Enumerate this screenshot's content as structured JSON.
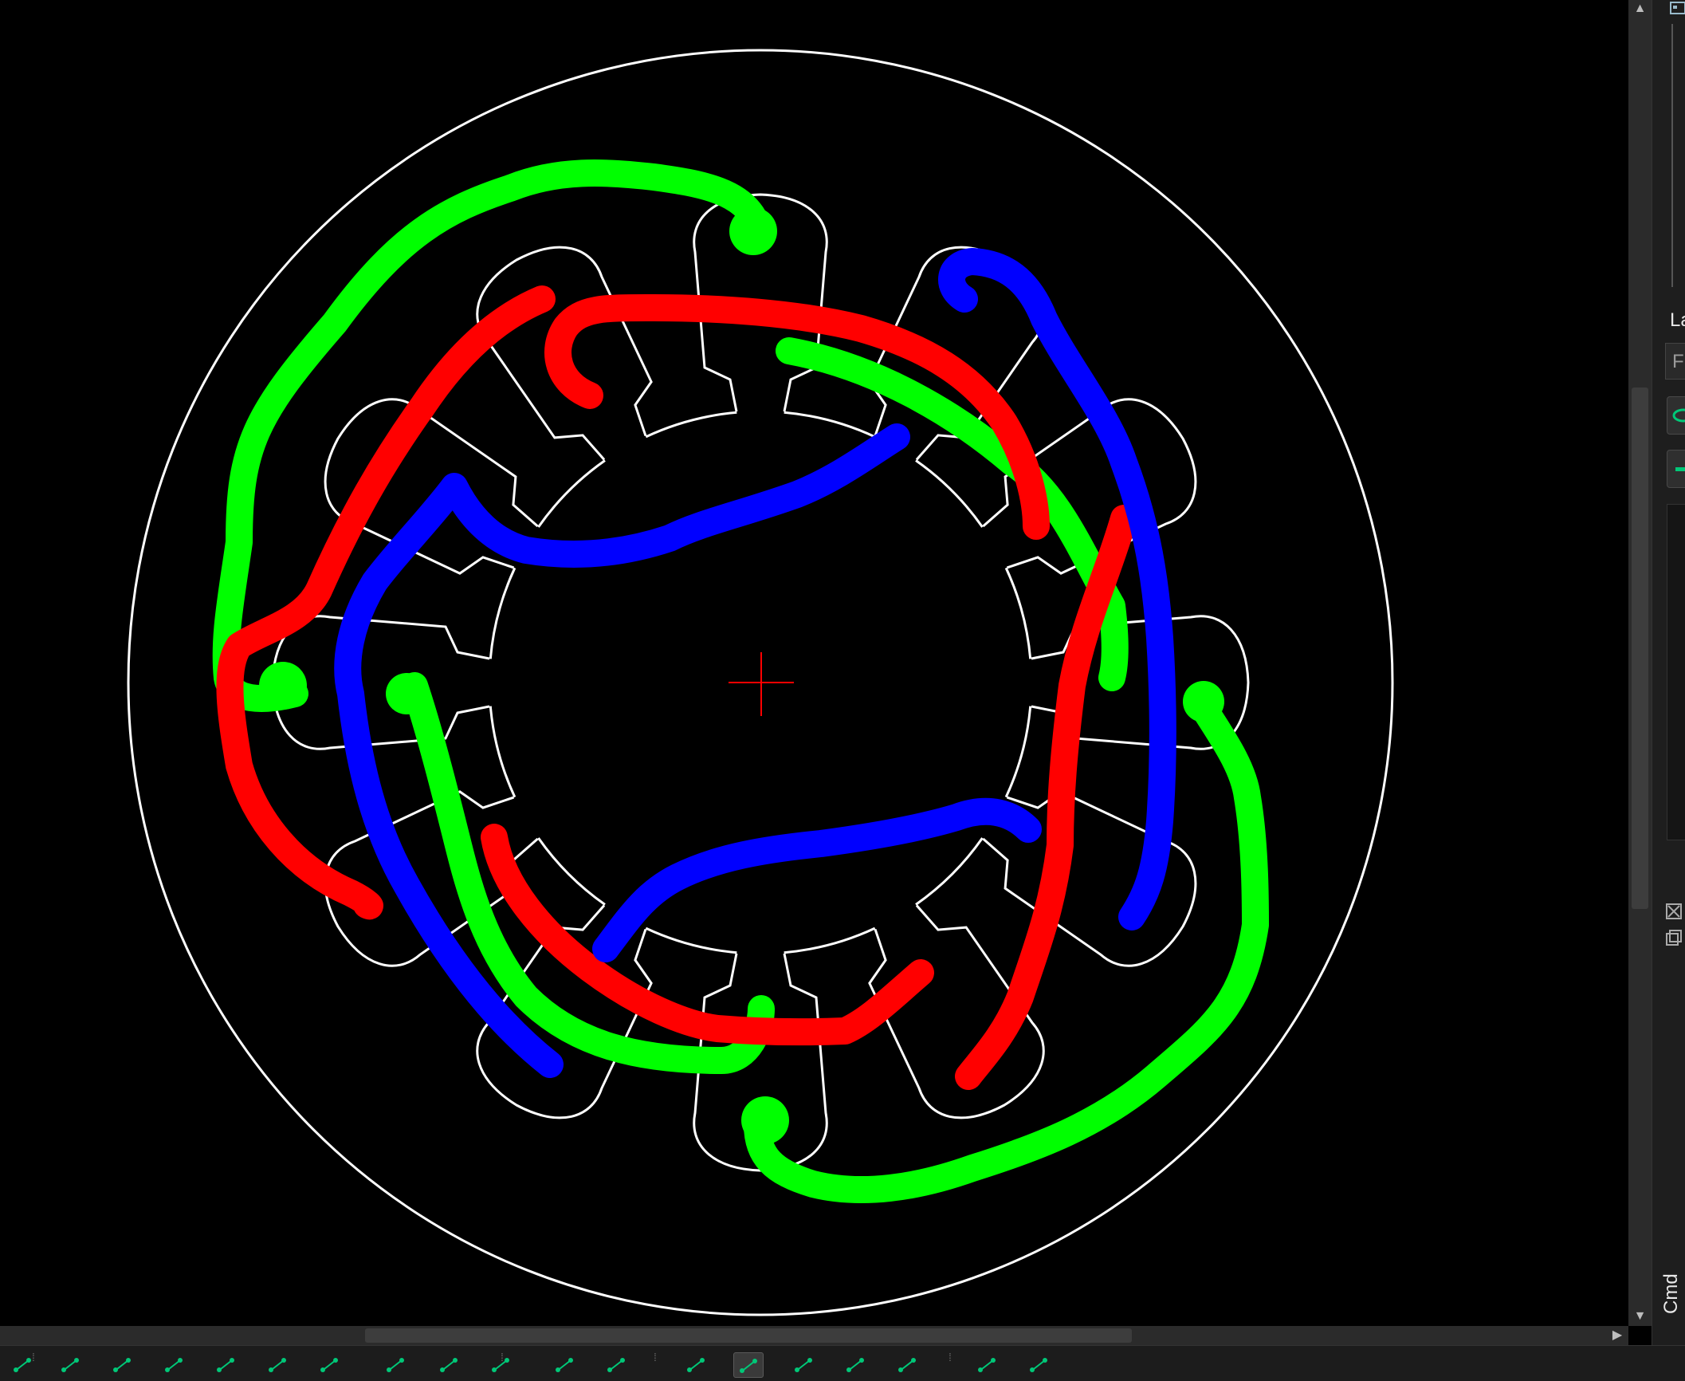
{
  "app": {
    "name": "CAD drawing view",
    "colors": {
      "background": "#000000",
      "outline": "#ffffff",
      "crosshair": "#ff0000",
      "phase_green": "#00ff00",
      "phase_red": "#ff0000",
      "phase_blue": "#0000ff",
      "panel_bg": "#1e1e1e",
      "scrollbar_bg": "#2b2b2b",
      "toolbar_icon": "#00c878"
    }
  },
  "drawing": {
    "description_icon": "stator-outline",
    "slot_count": 12,
    "annotation_strokes": [
      "green",
      "red",
      "blue"
    ]
  },
  "right_panel": {
    "layers_label": "La",
    "filter_placeholder": "Fi",
    "command_label": "Cmd"
  },
  "scrollbars": {
    "up_arrow": "▲",
    "down_arrow": "▼",
    "right_arrow": "▶"
  },
  "bottom_toolbar": {
    "icons": [
      "snap-grid-icon",
      "snap-endpoint-icon",
      "snap-midpoint-icon",
      "snap-center-icon",
      "snap-intersection-icon",
      "snap-perpendicular-icon",
      "snap-tangent-icon",
      "restrict-horizontal-icon",
      "restrict-vertical-icon",
      "restrict-orthogonal-icon",
      "relative-zero-icon",
      "lock-relative-zero-icon",
      "view-mode-1-icon",
      "view-mode-2-icon",
      "view-mode-3-icon",
      "view-mode-4-icon",
      "view-mode-5-icon",
      "layer-tool-1-icon",
      "layer-tool-2-icon"
    ]
  }
}
